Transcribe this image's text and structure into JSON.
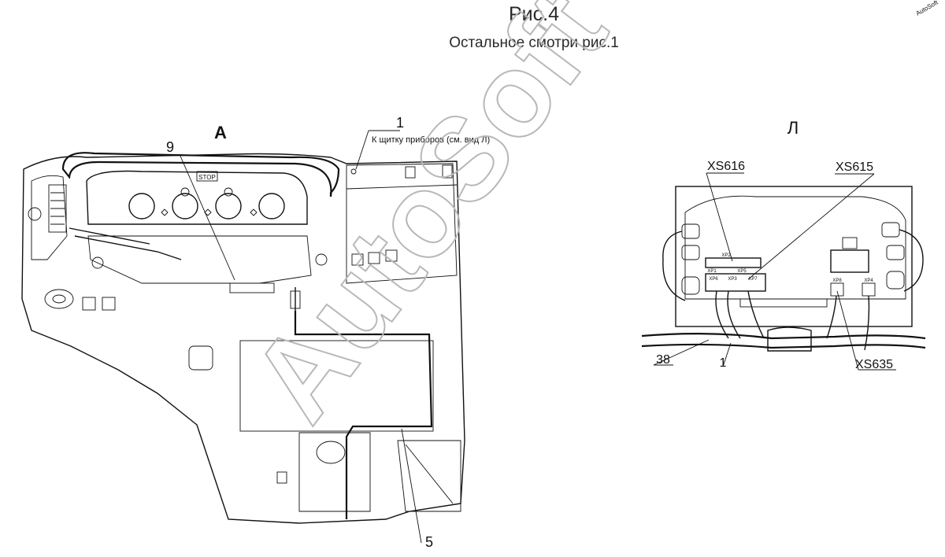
{
  "header": {
    "title": "Рис.4",
    "subtitle": "Остальное смотри рис.1"
  },
  "view_a": {
    "label": "А",
    "callouts": {
      "c1": "1",
      "c9": "9",
      "c5": "5"
    },
    "note": "К щитку приборов (см. вид Л)",
    "panel_text": "STOP"
  },
  "view_l": {
    "label": "Л",
    "connectors": {
      "xs616": "XS616",
      "xs615": "XS615",
      "xs635": "XS635"
    },
    "callouts": {
      "c38": "38",
      "c1": "1"
    },
    "sockets": [
      "XP2",
      "XP1",
      "XP6",
      "XP3",
      "XP5",
      "XP7",
      "XP8",
      "XP4"
    ]
  },
  "watermark": {
    "text": "AutoSoft",
    "small_text": "AutoSoft"
  }
}
